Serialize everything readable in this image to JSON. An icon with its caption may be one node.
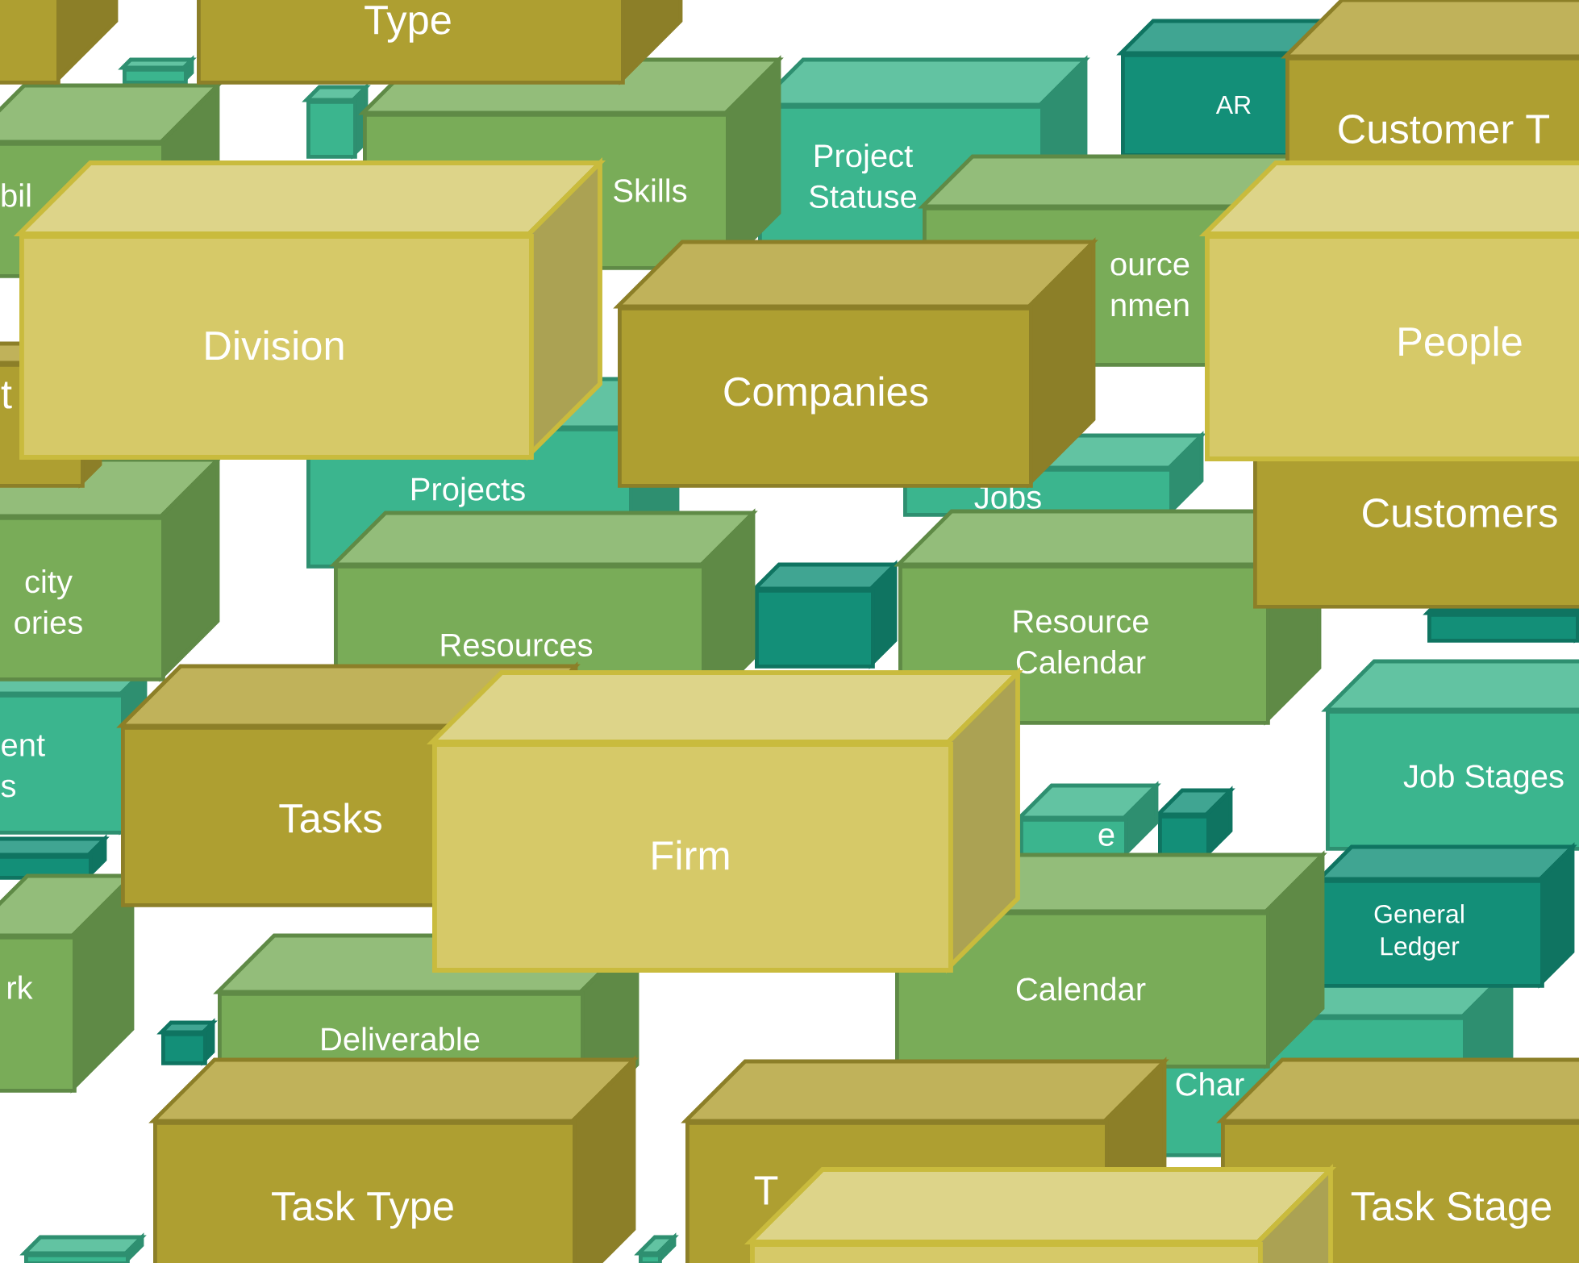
{
  "diagram": {
    "nodes": [
      {
        "text": [],
        "shape": "box"
      },
      {
        "text": [
          "Type"
        ]
      },
      {
        "text": [],
        "shape": "box"
      },
      {
        "text": [
          "AR"
        ]
      },
      {
        "text": [
          "Customer T"
        ]
      },
      {
        "text": [
          "Project Statuse"
        ]
      },
      {
        "text": [],
        "shape": "box"
      },
      {
        "text": [
          "Skills"
        ]
      },
      {
        "text": [
          "bil"
        ]
      },
      {
        "text": [
          "ource nmen"
        ]
      },
      {
        "text": [
          "Division"
        ]
      },
      {
        "text": [
          "People"
        ]
      },
      {
        "text": [
          "Companies"
        ]
      },
      {
        "text": [
          "t"
        ]
      },
      {
        "text": [
          "Projects"
        ]
      },
      {
        "text": [
          "Jobs"
        ]
      },
      {
        "text": [
          "Customers"
        ]
      },
      {
        "text": [
          "city ories"
        ]
      },
      {
        "text": [
          "Resources"
        ]
      },
      {
        "text": [
          "Resource Calendar"
        ]
      },
      {
        "text": [],
        "shape": "box"
      },
      {
        "text": [],
        "shape": "box"
      },
      {
        "text": [
          "Job Stages"
        ]
      },
      {
        "text": [
          "ent s"
        ]
      },
      {
        "text": [
          "Tasks"
        ]
      },
      {
        "text": [
          "Firm"
        ]
      },
      {
        "text": [],
        "shape": "box"
      },
      {
        "text": [
          "e"
        ]
      },
      {
        "text": [],
        "shape": "box"
      },
      {
        "text": [
          "General Ledger"
        ]
      },
      {
        "text": [
          "Calendar"
        ]
      },
      {
        "text": [
          "rk"
        ]
      },
      {
        "text": [
          "Char"
        ]
      },
      {
        "text": [
          "Deliverable"
        ]
      },
      {
        "text": [],
        "shape": "box"
      },
      {
        "text": [
          "Task Type"
        ]
      },
      {
        "text": [
          "T"
        ]
      },
      {
        "text": [
          "Task Stage"
        ]
      },
      {
        "text": [],
        "shape": "box"
      },
      {
        "text": [],
        "shape": "box"
      },
      {
        "text": [],
        "shape": "box"
      }
    ]
  }
}
